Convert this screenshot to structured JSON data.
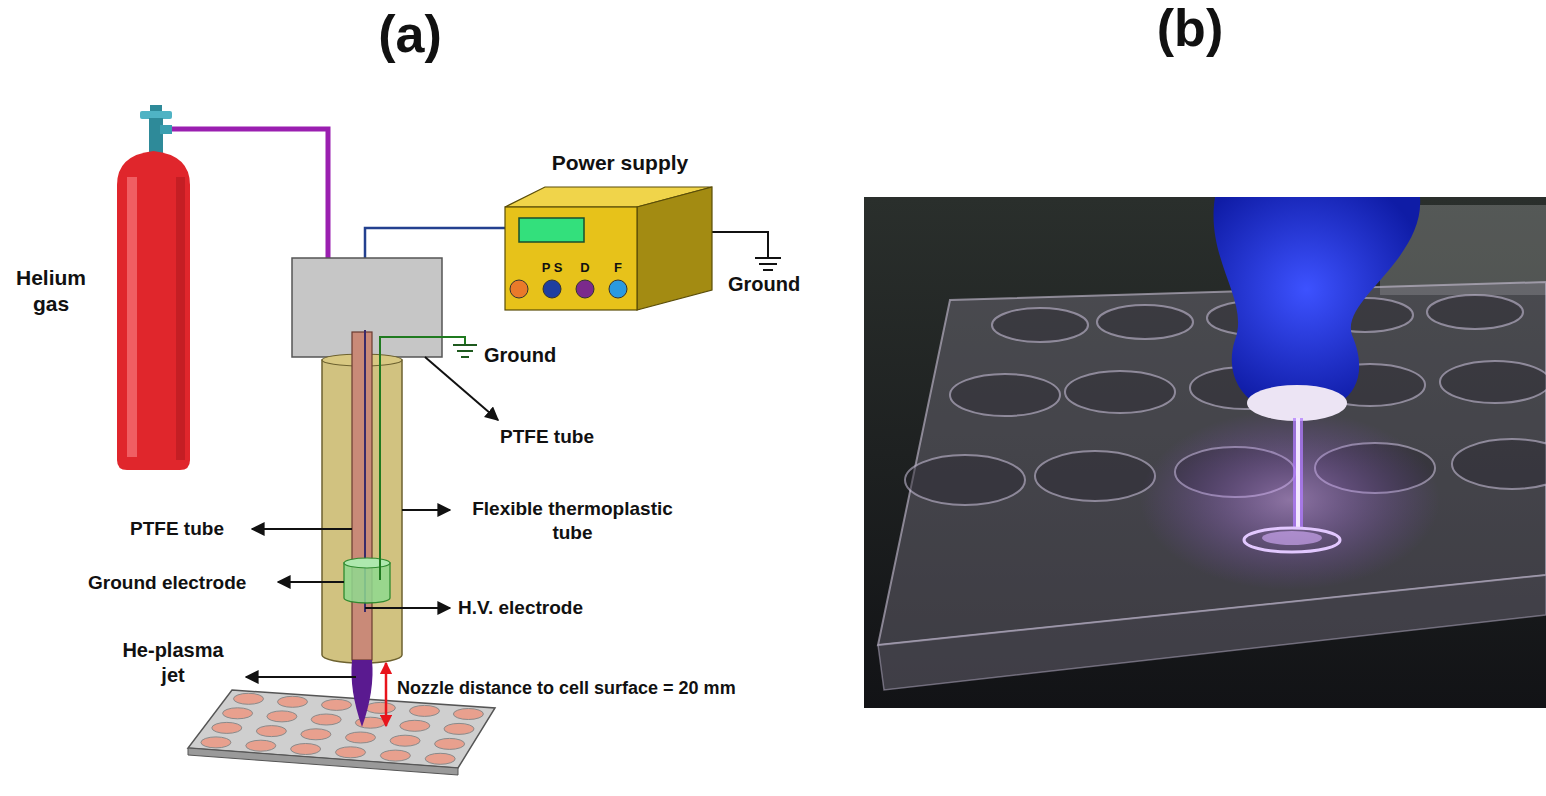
{
  "diagram": {
    "nodes": [
      {
        "text": [
          "Helium gas"
        ]
      },
      {
        "text": [
          "Power supply",
          "P S",
          "D",
          "F"
        ]
      }
    ],
    "labels": [
      "(a)",
      "(b)",
      "Ground",
      "Ground",
      "PTFE tube",
      "PTFE tube",
      "Flexible thermoplastic tube",
      "Ground electrode",
      "H.V. electrode",
      "He-plasma jet",
      "Nozzle distance to cell surface = 20 mm"
    ]
  }
}
